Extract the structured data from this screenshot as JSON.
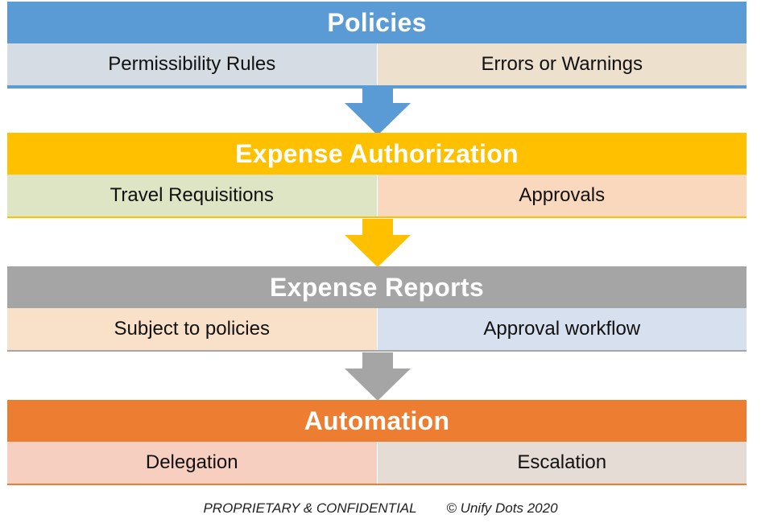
{
  "sections": [
    {
      "title": "Policies",
      "header_color": "#5b9bd5",
      "accent_color": "#5b9bd5",
      "items": [
        {
          "label": "Permissibility Rules",
          "color": "#d6dce4"
        },
        {
          "label": "Errors or Warnings",
          "color": "#ede0cc"
        }
      ]
    },
    {
      "title": "Expense Authorization",
      "header_color": "#ffc000",
      "accent_color": "#ffc000",
      "items": [
        {
          "label": "Travel Requisitions",
          "color": "#dde5c4"
        },
        {
          "label": "Approvals",
          "color": "#f9d8bd"
        }
      ]
    },
    {
      "title": "Expense Reports",
      "header_color": "#a5a5a5",
      "accent_color": "#a5a5a5",
      "items": [
        {
          "label": "Subject to policies",
          "color": "#f8e1c8"
        },
        {
          "label": "Approval workflow",
          "color": "#d6e0ee"
        }
      ]
    },
    {
      "title": "Automation",
      "header_color": "#ed7d31",
      "accent_color": "#ed7d31",
      "items": [
        {
          "label": "Delegation",
          "color": "#f7cfc1"
        },
        {
          "label": "Escalation",
          "color": "#e5ddd5"
        }
      ]
    }
  ],
  "footer": {
    "confidential": "PROPRIETARY & CONFIDENTIAL",
    "copyright": "© Unify Dots 2020"
  }
}
